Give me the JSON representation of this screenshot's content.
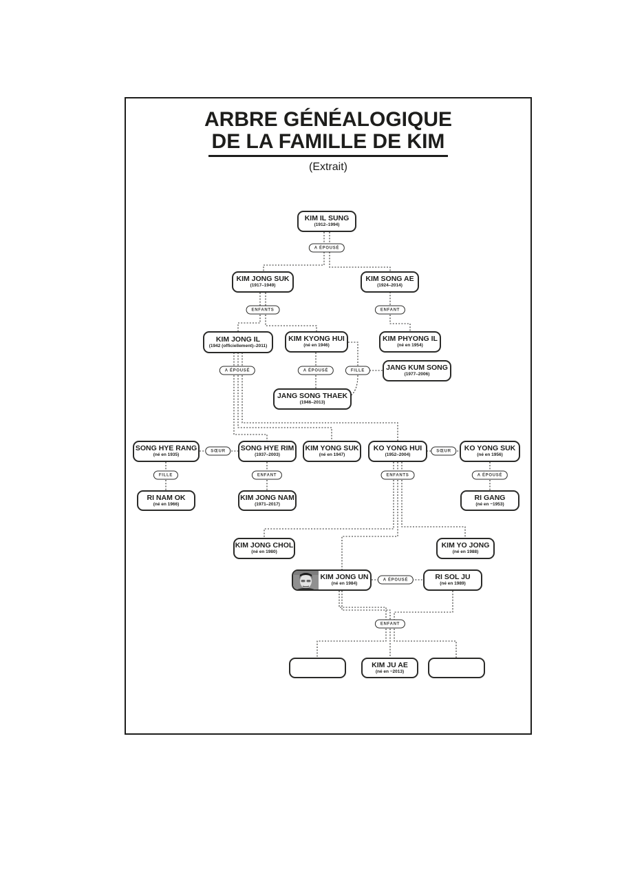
{
  "title": {
    "line1": "ARBRE GÉNÉALOGIQUE",
    "line2": "DE LA FAMILLE DE KIM",
    "subtitle": "(Extrait)"
  },
  "relation_labels": {
    "married": "A ÉPOUSÉ",
    "child": "ENFANT",
    "children": "ENFANTS",
    "daughter": "FILLE",
    "sister": "SŒUR"
  },
  "people": {
    "kim_il_sung": {
      "name": "KIM IL SUNG",
      "dates": "(1912–1994)"
    },
    "kim_jong_suk": {
      "name": "KIM JONG SUK",
      "dates": "(1917–1949)"
    },
    "kim_song_ae": {
      "name": "KIM SONG AE",
      "dates": "(1924–2014)"
    },
    "kim_jong_il": {
      "name": "KIM JONG IL",
      "dates": "(1942 (officiellement)–2011)"
    },
    "kim_kyong_hui": {
      "name": "KIM KYONG HUI",
      "dates": "(né en 1946)"
    },
    "kim_phyong_il": {
      "name": "KIM PHYONG IL",
      "dates": "(né en 1954)"
    },
    "jang_kum_song": {
      "name": "JANG KUM SONG",
      "dates": "(1977–2006)"
    },
    "jang_song_thaek": {
      "name": "JANG SONG THAEK",
      "dates": "(1946–2013)"
    },
    "song_hye_rang": {
      "name": "SONG HYE RANG",
      "dates": "(né en 1935)"
    },
    "song_hye_rim": {
      "name": "SONG HYE RIM",
      "dates": "(1937–2003)"
    },
    "kim_yong_suk": {
      "name": "KIM YONG SUK",
      "dates": "(né en 1947)"
    },
    "ko_yong_hui": {
      "name": "KO YONG HUI",
      "dates": "(1952–2004)"
    },
    "ko_yong_suk": {
      "name": "KO YONG SUK",
      "dates": "(né en 1956)"
    },
    "ri_nam_ok": {
      "name": "RI NAM OK",
      "dates": "(né en 1966)"
    },
    "kim_jong_nam": {
      "name": "KIM JONG NAM",
      "dates": "(1971–2017)"
    },
    "ri_gang": {
      "name": "RI GANG",
      "dates": "(né en ~1953)"
    },
    "kim_jong_chol": {
      "name": "KIM JONG CHOL",
      "dates": "(né en 1980)"
    },
    "kim_yo_jong": {
      "name": "KIM YO JONG",
      "dates": "(né en 1988)"
    },
    "kim_jong_un": {
      "name": "KIM JONG UN",
      "dates": "(né en 1984)"
    },
    "ri_sol_ju": {
      "name": "RI SOL JU",
      "dates": "(né en 1989)"
    },
    "kim_ju_ae": {
      "name": "KIM JU AE",
      "dates": "(né en ~2013)"
    },
    "unknown_child_1": {
      "name": "",
      "dates": ""
    },
    "unknown_child_2": {
      "name": "",
      "dates": ""
    }
  },
  "colors": {
    "ink": "#1d1d1b",
    "background": "#ffffff"
  }
}
